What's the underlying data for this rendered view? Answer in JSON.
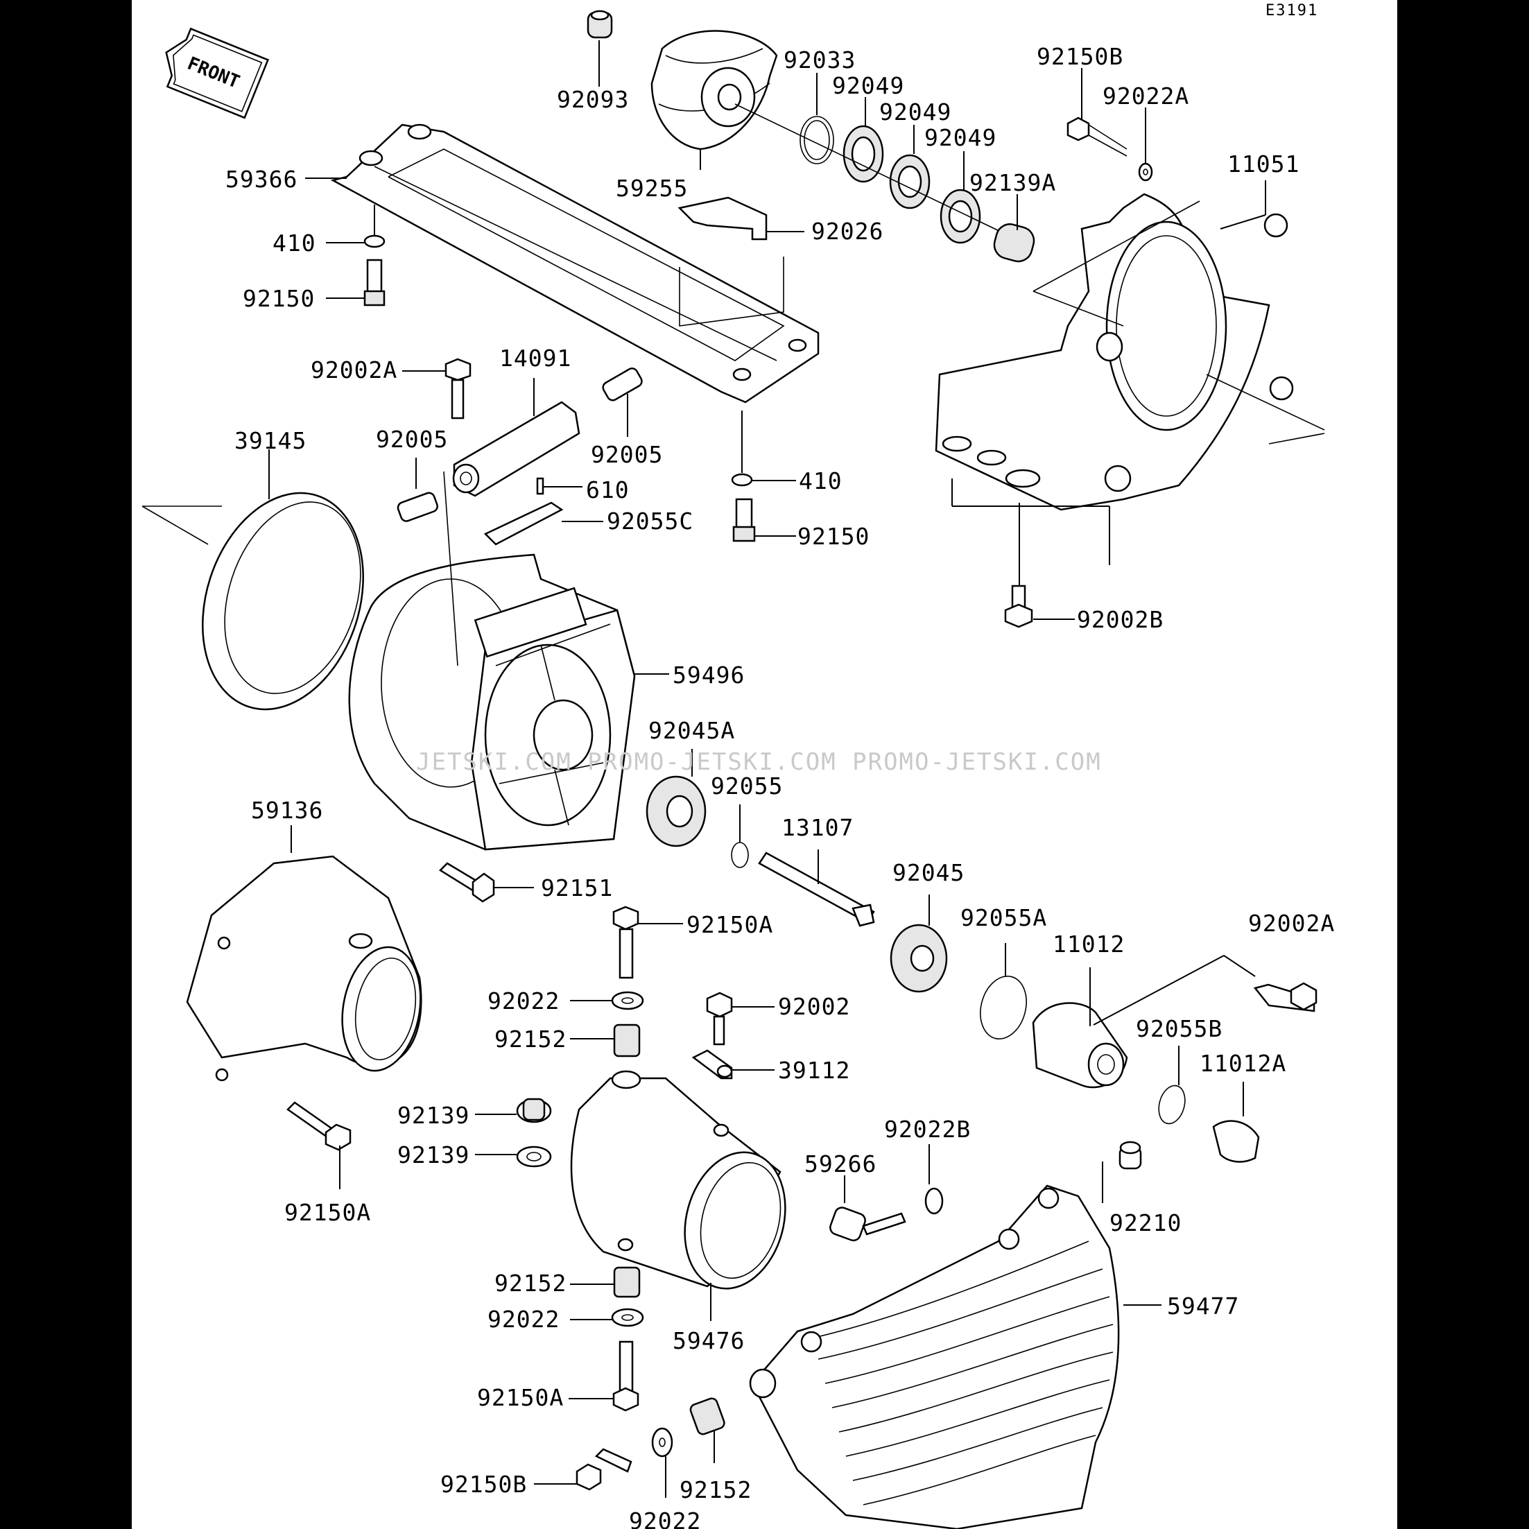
{
  "diagram_code": "E3191",
  "front_arrow_label": "FRONT",
  "watermark": "JETSKI.COM   PROMO-JETSKI.COM   PROMO-JETSKI.COM",
  "callouts": [
    {
      "id": "c-92093",
      "text": "92093"
    },
    {
      "id": "c-92033",
      "text": "92033"
    },
    {
      "id": "c-92049a",
      "text": "92049"
    },
    {
      "id": "c-92049b",
      "text": "92049"
    },
    {
      "id": "c-92049c",
      "text": "92049"
    },
    {
      "id": "c-92150b-top",
      "text": "92150B"
    },
    {
      "id": "c-92022a",
      "text": "92022A"
    },
    {
      "id": "c-11051",
      "text": "11051"
    },
    {
      "id": "c-59366",
      "text": "59366"
    },
    {
      "id": "c-59255",
      "text": "59255"
    },
    {
      "id": "c-92139a",
      "text": "92139A"
    },
    {
      "id": "c-92026",
      "text": "92026"
    },
    {
      "id": "c-410-top",
      "text": "410"
    },
    {
      "id": "c-92150-top",
      "text": "92150"
    },
    {
      "id": "c-92002a-top",
      "text": "92002A"
    },
    {
      "id": "c-14091",
      "text": "14091"
    },
    {
      "id": "c-39145",
      "text": "39145"
    },
    {
      "id": "c-92005a",
      "text": "92005"
    },
    {
      "id": "c-92005b",
      "text": "92005"
    },
    {
      "id": "c-610",
      "text": "610"
    },
    {
      "id": "c-410-mid",
      "text": "410"
    },
    {
      "id": "c-92055c",
      "text": "92055C"
    },
    {
      "id": "c-92150-mid",
      "text": "92150"
    },
    {
      "id": "c-92002b",
      "text": "92002B"
    },
    {
      "id": "c-59496",
      "text": "59496"
    },
    {
      "id": "c-92045a",
      "text": "92045A"
    },
    {
      "id": "c-92055",
      "text": "92055"
    },
    {
      "id": "c-59136",
      "text": "59136"
    },
    {
      "id": "c-13107",
      "text": "13107"
    },
    {
      "id": "c-92151",
      "text": "92151"
    },
    {
      "id": "c-92045",
      "text": "92045"
    },
    {
      "id": "c-92150a-mid",
      "text": "92150A"
    },
    {
      "id": "c-92055a",
      "text": "92055A"
    },
    {
      "id": "c-11012",
      "text": "11012"
    },
    {
      "id": "c-92002a-right",
      "text": "92002A"
    },
    {
      "id": "c-92022-upper",
      "text": "92022"
    },
    {
      "id": "c-92002",
      "text": "92002"
    },
    {
      "id": "c-92152-upper",
      "text": "92152"
    },
    {
      "id": "c-92055b",
      "text": "92055B"
    },
    {
      "id": "c-39112",
      "text": "39112"
    },
    {
      "id": "c-11012a",
      "text": "11012A"
    },
    {
      "id": "c-92139-upper",
      "text": "92139"
    },
    {
      "id": "c-92139-lower",
      "text": "92139"
    },
    {
      "id": "c-92022b",
      "text": "92022B"
    },
    {
      "id": "c-59266",
      "text": "59266"
    },
    {
      "id": "c-92150a-left",
      "text": "92150A"
    },
    {
      "id": "c-92210",
      "text": "92210"
    },
    {
      "id": "c-92152-lower",
      "text": "92152"
    },
    {
      "id": "c-59477",
      "text": "59477"
    },
    {
      "id": "c-92022-lower",
      "text": "92022"
    },
    {
      "id": "c-59476",
      "text": "59476"
    },
    {
      "id": "c-92150a-bottom",
      "text": "92150A"
    },
    {
      "id": "c-92150b-bottom",
      "text": "92150B"
    },
    {
      "id": "c-92152-bottom",
      "text": "92152"
    },
    {
      "id": "c-92022-bottom",
      "text": "92022"
    }
  ]
}
